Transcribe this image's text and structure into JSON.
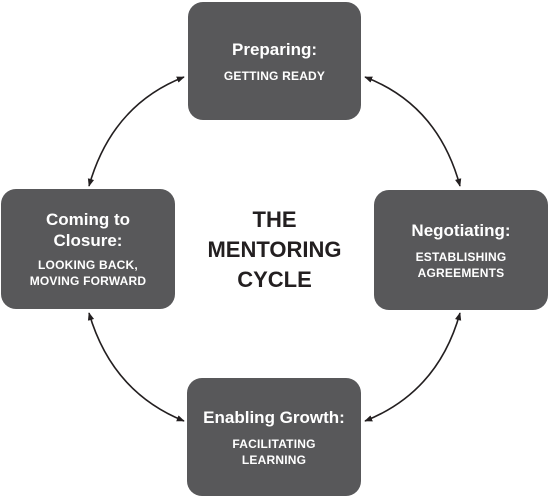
{
  "center": {
    "title": "THE\nMENTORING\nCYCLE"
  },
  "stages": {
    "preparing": {
      "title": "Preparing:",
      "subtitle": "GETTING READY"
    },
    "negotiating": {
      "title": "Negotiating:",
      "subtitle": "ESTABLISHING\nAGREEMENTS"
    },
    "enabling": {
      "title": "Enabling Growth:",
      "subtitle": "FACILITATING\nLEARNING"
    },
    "closure": {
      "title": "Coming to Closure:",
      "subtitle": "LOOKING BACK,\nMOVING FORWARD"
    }
  },
  "colors": {
    "box_fill": "#58585a",
    "box_text": "#ffffff",
    "arrow": "#231f20",
    "center_text": "#231f20"
  }
}
